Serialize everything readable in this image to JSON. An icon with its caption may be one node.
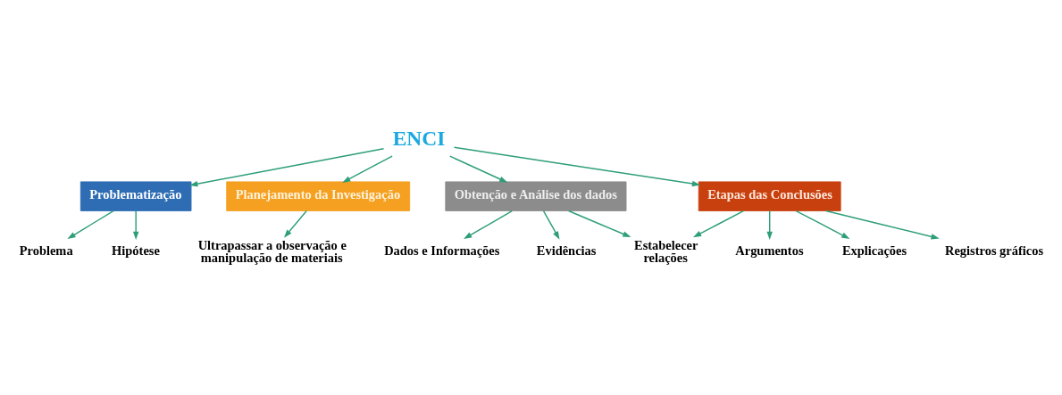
{
  "diagram": {
    "nodes": [
      {
        "text": [
          "ENCI"
        ]
      },
      {
        "text": [
          "Problematização"
        ]
      },
      {
        "text": [
          "Planejamento da Investigação"
        ]
      },
      {
        "text": [
          "Problema"
        ]
      },
      {
        "text": [
          "Hipótese"
        ]
      },
      {
        "text": [
          "Ultrapassar a observação e manipulação de materiais"
        ]
      },
      {
        "text": [
          "Obtenção e Análise dos dados"
        ]
      },
      {
        "text": [
          "Etapas das Conclusões"
        ]
      },
      {
        "text": [
          "Dados e Informações"
        ]
      },
      {
        "text": [
          "Evidências"
        ]
      },
      {
        "text": [
          "Estabelecer relações"
        ]
      },
      {
        "text": [
          "Argumentos"
        ]
      },
      {
        "text": [
          "Explicações"
        ]
      },
      {
        "text": [
          "Registros gráficos"
        ]
      }
    ],
    "edges": [
      {
        "from": 0,
        "to": 1,
        "arrow": "to"
      },
      {
        "from": 0,
        "to": 6,
        "arrow": "to"
      },
      {
        "from": 0,
        "to": 7,
        "arrow": "to"
      },
      {
        "from": 0,
        "to": 2,
        "arrow": "to"
      },
      {
        "from": 1,
        "to": 3,
        "arrow": "to"
      },
      {
        "from": 1,
        "to": 4,
        "arrow": "to"
      },
      {
        "from": 2,
        "to": 5,
        "arrow": "to"
      },
      {
        "from": 6,
        "to": 8,
        "arrow": "to"
      },
      {
        "from": 6,
        "to": 9,
        "arrow": "to"
      },
      {
        "from": 6,
        "to": 10,
        "arrow": "to"
      },
      {
        "from": 7,
        "to": 10,
        "arrow": "to"
      },
      {
        "from": 7,
        "to": 11,
        "arrow": "to"
      },
      {
        "from": 7,
        "to": 12,
        "arrow": "to"
      },
      {
        "from": 7,
        "to": 13,
        "arrow": "to"
      }
    ]
  }
}
